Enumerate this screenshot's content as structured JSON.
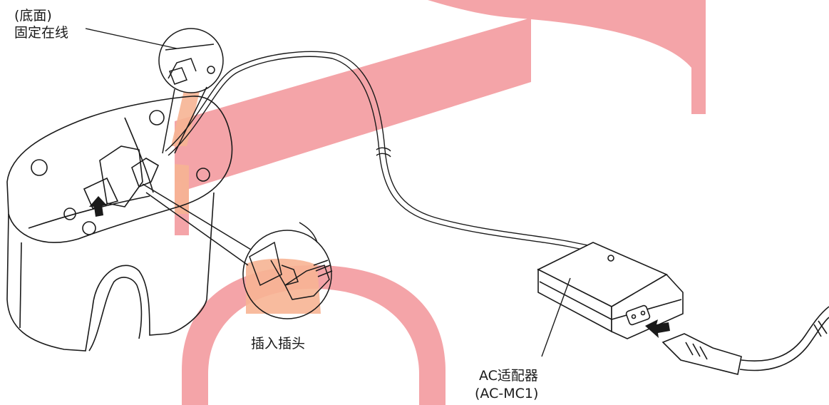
{
  "labels": {
    "bottom_note": "(底面)",
    "fix_cord": "固定在线",
    "insert_plug": "插入插头",
    "adapter_name": "AC适配器",
    "adapter_model": "(AC-MC1)"
  },
  "colors": {
    "watermark": "#f4a4a8",
    "highlight": "#f7b494",
    "line": "#1a1a1a"
  },
  "icons": {
    "insert_direction": "arrow-up-icon",
    "plug_direction": "arrow-left-icon"
  }
}
